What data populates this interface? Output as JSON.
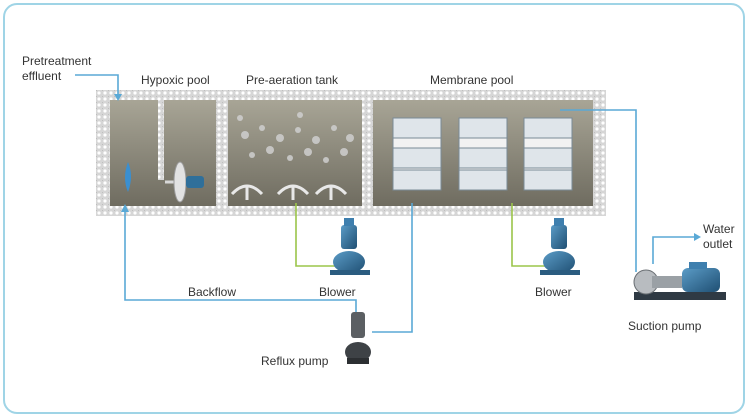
{
  "labels": {
    "pretreatment_line1": "Pretreatment",
    "pretreatment_line2": "effluent",
    "hypoxic_pool": "Hypoxic pool",
    "pre_aeration_tank": "Pre-aeration tank",
    "membrane_pool": "Membrane pool",
    "water_outlet_line1": "Water",
    "water_outlet_line2": "outlet",
    "backflow": "Backflow",
    "blower_1": "Blower",
    "blower_2": "Blower",
    "suction_pump": "Suction pump",
    "reflux_pump": "Reflux pump"
  },
  "colors": {
    "pipe_blue": "#5aa9d6",
    "pipe_green": "#9bc54a",
    "frame_border": "#9fd4e6",
    "tank_wall": "#c9c9c9",
    "water": "#8a8778",
    "equipment_blue": "#2f6f9a"
  },
  "icons": {
    "tank": "concrete-tank-icon",
    "membrane": "membrane-module-icon",
    "blower": "blower-icon",
    "pump": "pump-icon"
  }
}
